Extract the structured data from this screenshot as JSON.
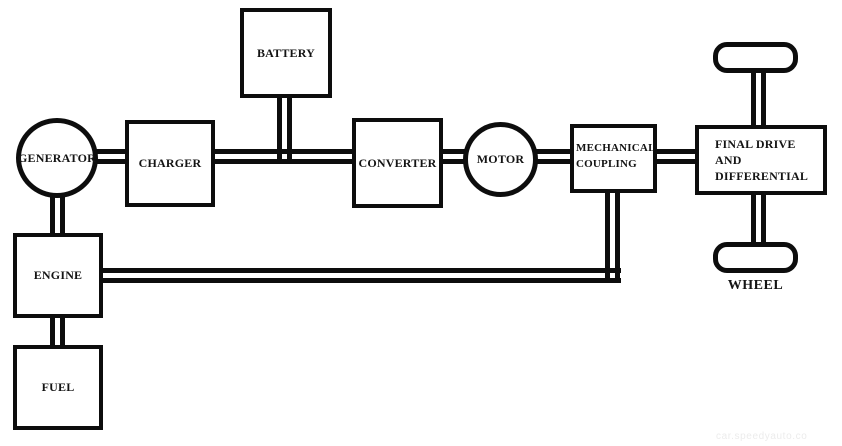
{
  "diagram": {
    "type": "block-diagram",
    "line_style": "double-parallel-lines",
    "line_color": "#0d0d0d",
    "background_color": "#ffffff",
    "nodes": {
      "generator": {
        "label": "GENERATOR",
        "shape": "circle"
      },
      "charger": {
        "label": "CHARGER",
        "shape": "rect"
      },
      "battery": {
        "label": "BATTERY",
        "shape": "rect"
      },
      "converter": {
        "label": "CONVERTER",
        "shape": "rect"
      },
      "motor": {
        "label": "MOTOR",
        "shape": "circle"
      },
      "mechanical_coupling": {
        "line1": "MECHANICAL",
        "line2": "COUPLING",
        "shape": "rect"
      },
      "final_drive": {
        "line1": "FINAL DRIVE",
        "line2": "AND",
        "line3": "DIFFERENTIAL",
        "shape": "rect"
      },
      "engine": {
        "label": "ENGINE",
        "shape": "rect"
      },
      "fuel": {
        "label": "FUEL",
        "shape": "rect"
      },
      "wheel_top": {
        "shape": "rounded-rect"
      },
      "wheel_bottom": {
        "shape": "rounded-rect"
      },
      "wheel_caption": {
        "label": "WHEEL"
      }
    },
    "edges": [
      {
        "from": "fuel",
        "to": "engine"
      },
      {
        "from": "engine",
        "to": "generator"
      },
      {
        "from": "generator",
        "to": "charger"
      },
      {
        "from": "charger",
        "to": "converter"
      },
      {
        "from": "battery",
        "to": "charger-converter-line"
      },
      {
        "from": "converter",
        "to": "motor"
      },
      {
        "from": "motor",
        "to": "mechanical_coupling"
      },
      {
        "from": "engine",
        "to": "mechanical_coupling"
      },
      {
        "from": "mechanical_coupling",
        "to": "final_drive"
      },
      {
        "from": "final_drive",
        "to": "wheel_top"
      },
      {
        "from": "final_drive",
        "to": "wheel_bottom"
      }
    ]
  },
  "watermark": {
    "text": "car.speedyauto.co",
    "color": "#ececec"
  }
}
